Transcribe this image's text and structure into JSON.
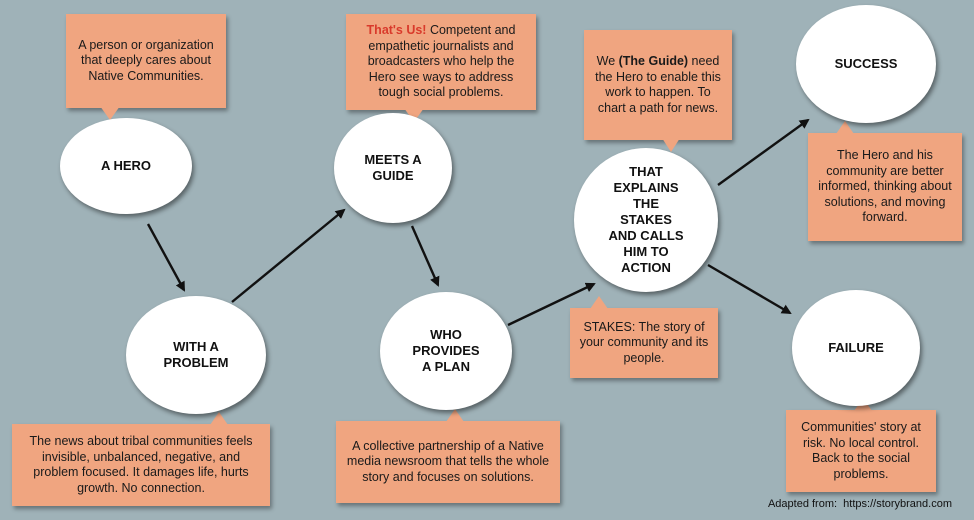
{
  "nodes": {
    "hero": "A HERO",
    "problem": "WITH A\nPROBLEM",
    "guide": "MEETS A\nGUIDE",
    "plan": "WHO\nPROVIDES\nA PLAN",
    "stakes": "THAT\nEXPLAINS\nTHE\nSTAKES\nAND CALLS\nHIM TO\nACTION",
    "success": "SUCCESS",
    "failure": "FAILURE"
  },
  "notes": {
    "hero": "A person or organization that deeply cares about Native Communities.",
    "problem": "The news about tribal communities feels invisible, unbalanced, negative, and problem focused. It damages life, hurts growth. No connection.",
    "guide_highlight": "That's Us!",
    "guide_rest": " Competent and empathetic journalists and broadcasters who help the Hero see ways to address tough social problems.",
    "plan": "A collective partnership of a Native media newsroom that tells the whole story and focuses on solutions.",
    "stakes_top_pre": "We ",
    "stakes_top_bold": "(The Guide)",
    "stakes_top_post": " need the Hero to enable this work to happen. To chart a path for news.",
    "stakes_bottom": "STAKES: The story of your community and its people.",
    "success": "The Hero and his community are better informed, thinking about solutions, and moving forward.",
    "failure": "Communities' story at risk. No local control. Back to the social problems."
  },
  "footer": {
    "label": "Adapted from:",
    "url": "https://storybrand.com"
  }
}
